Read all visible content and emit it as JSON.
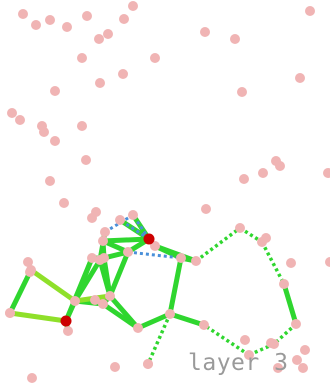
{
  "caption": "layer 3",
  "colors": {
    "background": "#ffffff",
    "background_node": "#f0b4b4",
    "active_node": "#cc0000",
    "solid_edge": "#2fd62f",
    "light_edge": "#8fe02a",
    "dotted_edge": "#2fd62f",
    "blue_dotted_edge": "#4a90d9",
    "caption": "#9a9a9a"
  },
  "icons": {
    "background_node": "pink-dot",
    "active_node": "red-dot",
    "edge": "line"
  }
}
